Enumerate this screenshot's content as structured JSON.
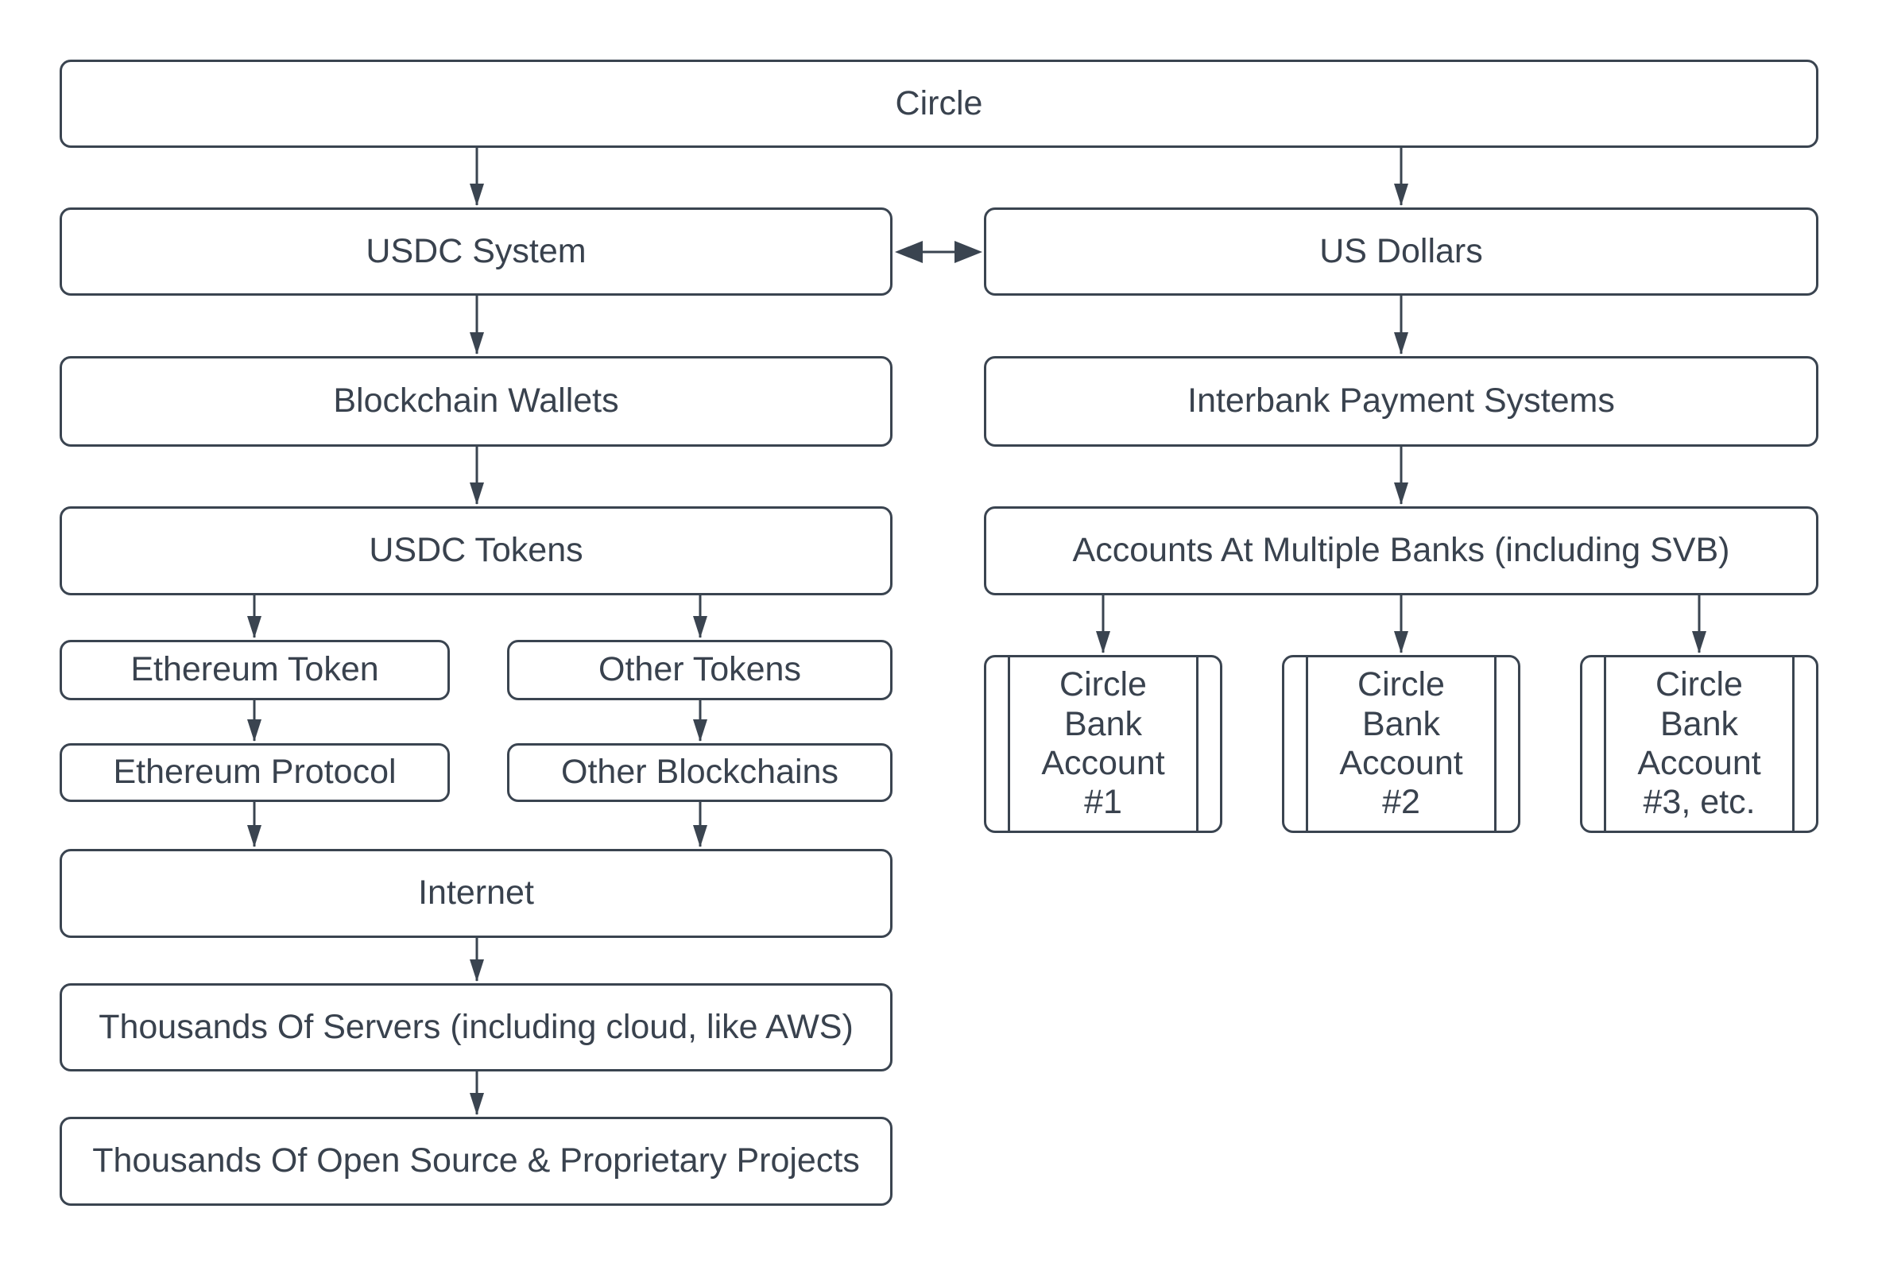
{
  "diagram": {
    "colors": {
      "stroke": "#3a4450",
      "text": "#39424e",
      "background": "#ffffff"
    },
    "nodes": {
      "circle": {
        "label": "Circle"
      },
      "usdc_system": {
        "label": "USDC System"
      },
      "us_dollars": {
        "label": "US Dollars"
      },
      "blockchain_wallets": {
        "label": "Blockchain Wallets"
      },
      "interbank": {
        "label": "Interbank Payment Systems"
      },
      "usdc_tokens": {
        "label": "USDC Tokens"
      },
      "accounts": {
        "label": "Accounts At Multiple Banks (including SVB)"
      },
      "ethereum_token": {
        "label": "Ethereum Token"
      },
      "other_tokens": {
        "label": "Other Tokens"
      },
      "ethereum_protocol": {
        "label": "Ethereum Protocol"
      },
      "other_blockchains": {
        "label": "Other Blockchains"
      },
      "internet": {
        "label": "Internet"
      },
      "servers": {
        "label": "Thousands Of Servers (including cloud, like AWS)"
      },
      "projects": {
        "label": "Thousands Of Open Source & Proprietary Projects"
      },
      "bank1": {
        "label": "Circle Bank Account #1"
      },
      "bank2": {
        "label": "Circle Bank Account #2"
      },
      "bank3": {
        "label": "Circle Bank Account #3, etc."
      }
    }
  }
}
